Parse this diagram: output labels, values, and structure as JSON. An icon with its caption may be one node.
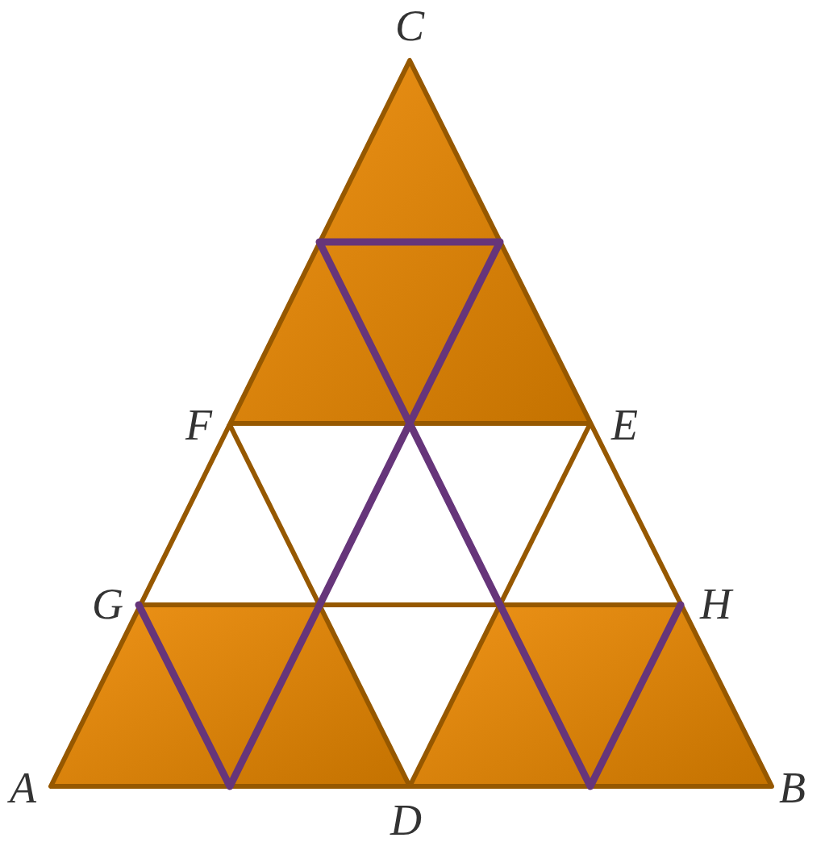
{
  "diagram": {
    "labels": [
      "C",
      "F",
      "E",
      "G",
      "H",
      "A",
      "D",
      "B"
    ]
  }
}
